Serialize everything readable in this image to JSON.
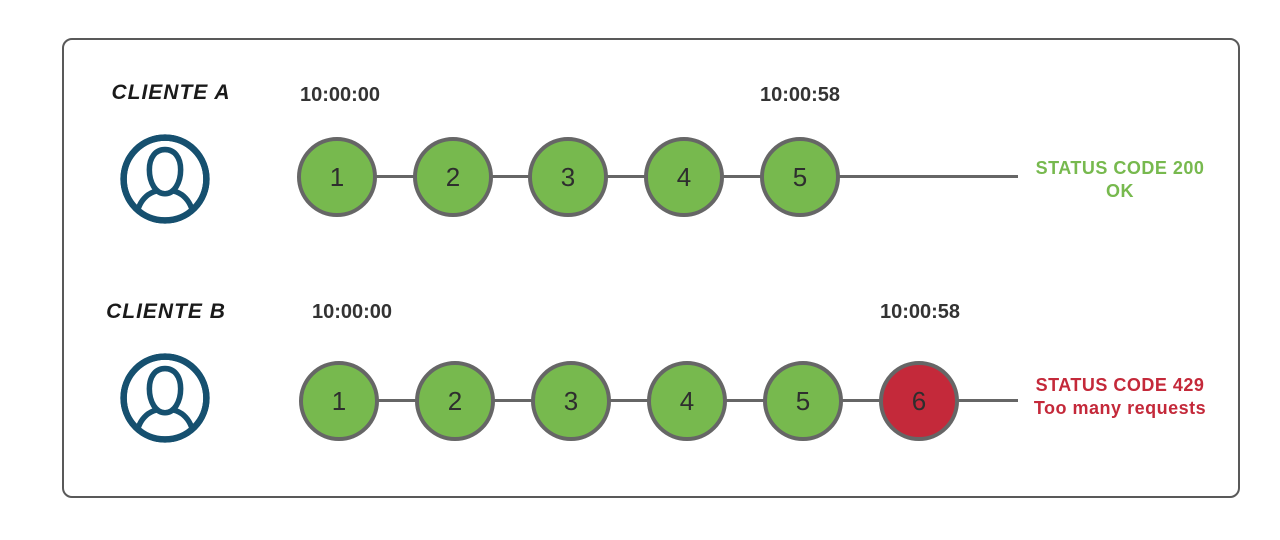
{
  "colors": {
    "green": "#77b94e",
    "red": "#c4293a",
    "circle_border": "#666666",
    "line": "#666666",
    "navy": "#16506f",
    "frame_border": "#595959",
    "ink": "#333333"
  },
  "icons": {
    "client": "user-icon"
  },
  "rows": [
    {
      "client": "CLIENTE A",
      "start_time": "10:00:00",
      "end_time": "10:00:58",
      "requests": [
        {
          "n": "1",
          "state": "ok"
        },
        {
          "n": "2",
          "state": "ok"
        },
        {
          "n": "3",
          "state": "ok"
        },
        {
          "n": "4",
          "state": "ok"
        },
        {
          "n": "5",
          "state": "ok"
        }
      ],
      "status": {
        "line1": "STATUS CODE 200",
        "line2": "OK",
        "color": "#77b94e"
      }
    },
    {
      "client": "CLIENTE B",
      "start_time": "10:00:00",
      "end_time": "10:00:58",
      "requests": [
        {
          "n": "1",
          "state": "ok"
        },
        {
          "n": "2",
          "state": "ok"
        },
        {
          "n": "3",
          "state": "ok"
        },
        {
          "n": "4",
          "state": "ok"
        },
        {
          "n": "5",
          "state": "ok"
        },
        {
          "n": "6",
          "state": "error"
        }
      ],
      "status": {
        "line1": "STATUS CODE 429",
        "line2": "Too many requests",
        "color": "#c4293a"
      }
    }
  ]
}
